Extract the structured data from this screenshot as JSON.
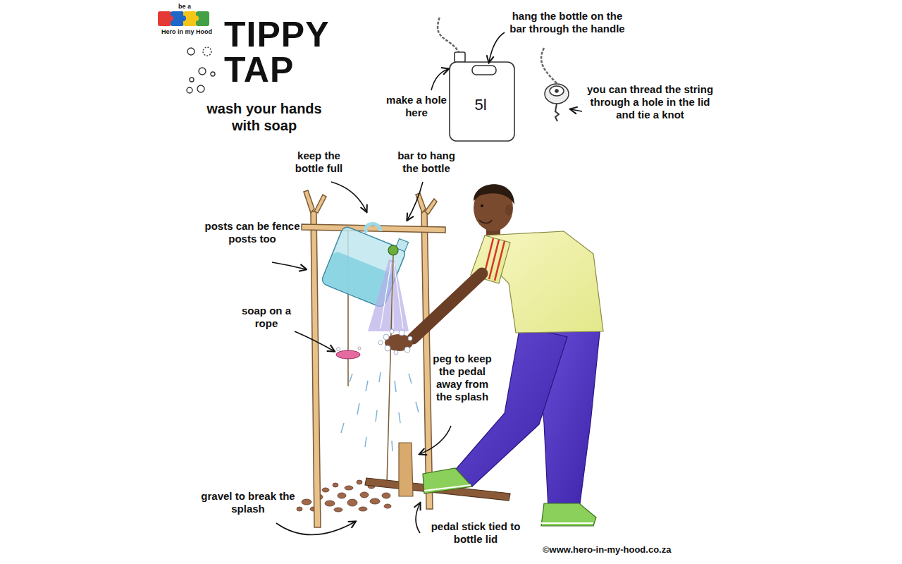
{
  "diagram": {
    "title": "TIPPY TAP",
    "labels": [
      "be a",
      "Hero in my Hood",
      "wash your hands with soap",
      "hang the bottle on the bar through the handle",
      "make a hole here",
      "5l",
      "you can thread the string through a hole in the lid and tie a knot",
      "keep the bottle full",
      "bar to hang the bottle",
      "posts can be fence posts too",
      "soap on a rope",
      "peg to keep the pedal away from the splash",
      "gravel to break the splash",
      "pedal stick tied to bottle lid",
      "©www.hero-in-my-hood.co.za"
    ]
  }
}
